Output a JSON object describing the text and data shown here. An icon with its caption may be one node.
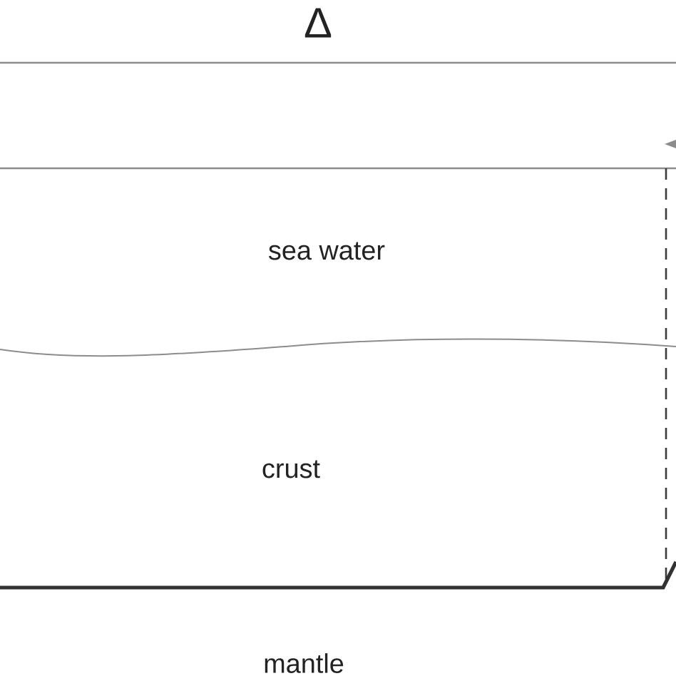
{
  "diagram": {
    "labels": [
      "Δ",
      "sea water",
      "crust",
      "mantle"
    ]
  }
}
